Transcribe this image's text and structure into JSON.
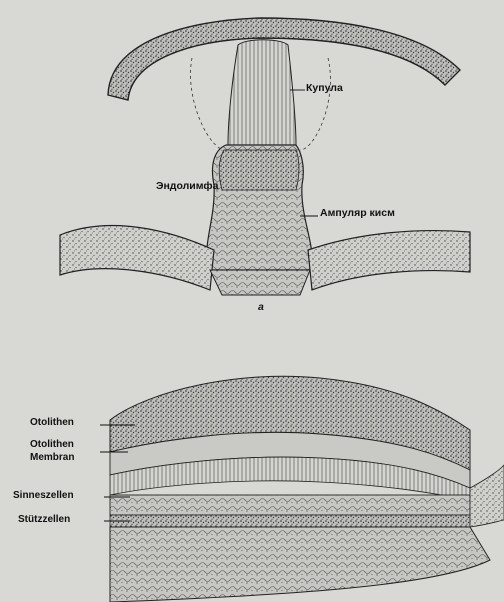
{
  "top_diagram": {
    "labels": {
      "cupula": "Купула",
      "endolymph": "Эндолимфа",
      "ampullary_crest": "Ампуляр кисм"
    },
    "panel_letter": "a"
  },
  "bottom_diagram": {
    "labels": {
      "otolith": "Otolithen",
      "otolith_membrane_line1": "Otolithen",
      "otolith_membrane_line2": "Membran",
      "sensory_cells": "Sinneszellen",
      "support_cells": "Stützzellen"
    }
  },
  "colors": {
    "background": "#d8d9d4",
    "ink": "#1a1a1a"
  }
}
